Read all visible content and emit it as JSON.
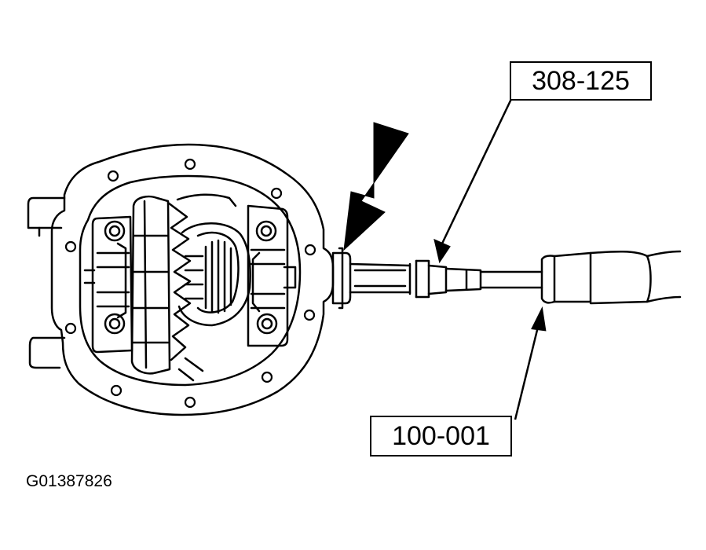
{
  "labels": {
    "tool_top": "308-125",
    "tool_bottom": "100-001",
    "figure_id": "G01387826"
  }
}
